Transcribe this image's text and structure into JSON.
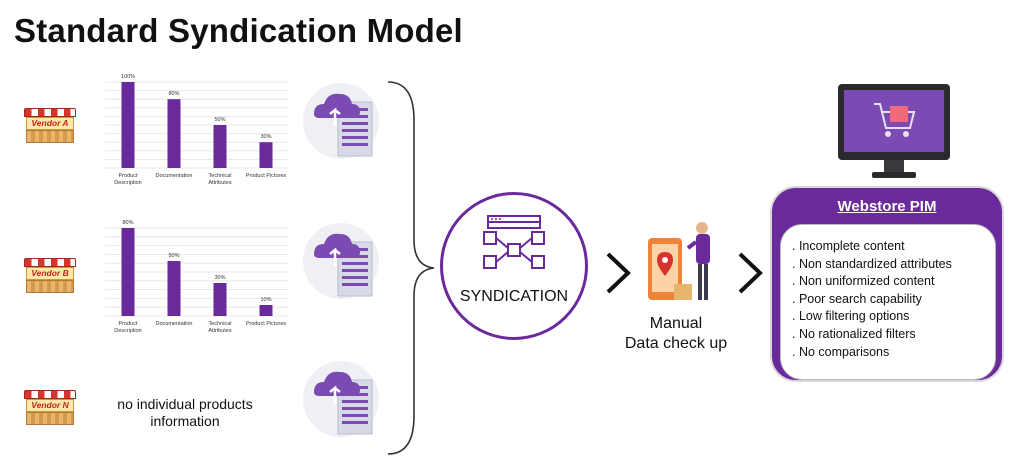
{
  "title": "Standard Syndication Model",
  "vendors": [
    {
      "label": "Vendor A"
    },
    {
      "label": "Vendor B"
    },
    {
      "label": "Vendor N"
    }
  ],
  "chart_data": [
    {
      "type": "bar",
      "categories": [
        [
          "Product",
          "Description"
        ],
        [
          "Documentation"
        ],
        [
          "Technical",
          "Attributes"
        ],
        [
          "Product Pictures"
        ]
      ],
      "values": [
        100,
        80,
        50,
        30
      ],
      "data_labels": [
        "100%",
        "80%",
        "50%",
        "30%"
      ],
      "ylim": [
        0,
        100
      ],
      "grid": true,
      "color": "#6a2a9c"
    },
    {
      "type": "bar",
      "categories": [
        [
          "Product",
          "Description"
        ],
        [
          "Documentation"
        ],
        [
          "Technical",
          "Attributes"
        ],
        [
          "Product Pictures"
        ]
      ],
      "values": [
        80,
        50,
        30,
        10
      ],
      "data_labels": [
        "80%",
        "50%",
        "30%",
        "10%"
      ],
      "ylim": [
        0,
        80
      ],
      "grid": true,
      "color": "#6a2a9c"
    }
  ],
  "no_info_text": [
    "no individual products",
    "information"
  ],
  "syndication_label": "SYNDICATION",
  "manual_check": [
    "Manual",
    "Data check up"
  ],
  "pim": {
    "title": "Webstore PIM",
    "items": [
      ". Incomplete content",
      ". Non standardized attributes",
      ". Non uniformized content",
      ". Poor search capability",
      ". Low filtering options",
      ". No rationalized filters",
      ". No comparisons"
    ]
  },
  "colors": {
    "accent": "#6a2a9c",
    "stall_red": "#d9342b",
    "server_purple": "#7b4bb3"
  }
}
